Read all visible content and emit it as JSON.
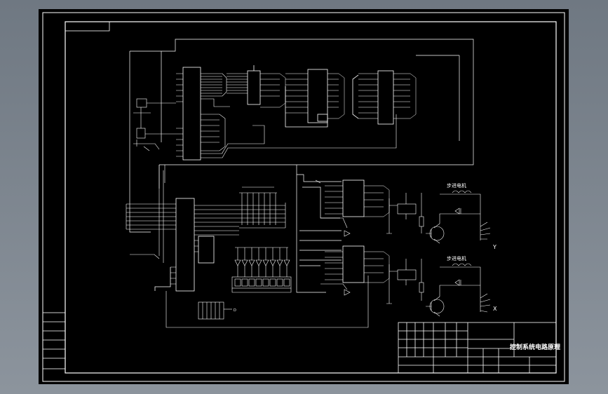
{
  "drawing": {
    "title": "控制系统电路原理",
    "axis_labels": {
      "y": "Y",
      "x": "X"
    },
    "motor_labels": {
      "upper": "步进电机",
      "lower": "步进电机"
    },
    "connector_label": "D"
  },
  "colors": {
    "viewport": "#7d8690",
    "sheet": "#000000",
    "lines": "#ffffff"
  },
  "icons": [
    "transistor-icon",
    "diode-icon",
    "resistor-icon",
    "led-display-icon",
    "buffer-triangle-icon",
    "ground-icon"
  ]
}
